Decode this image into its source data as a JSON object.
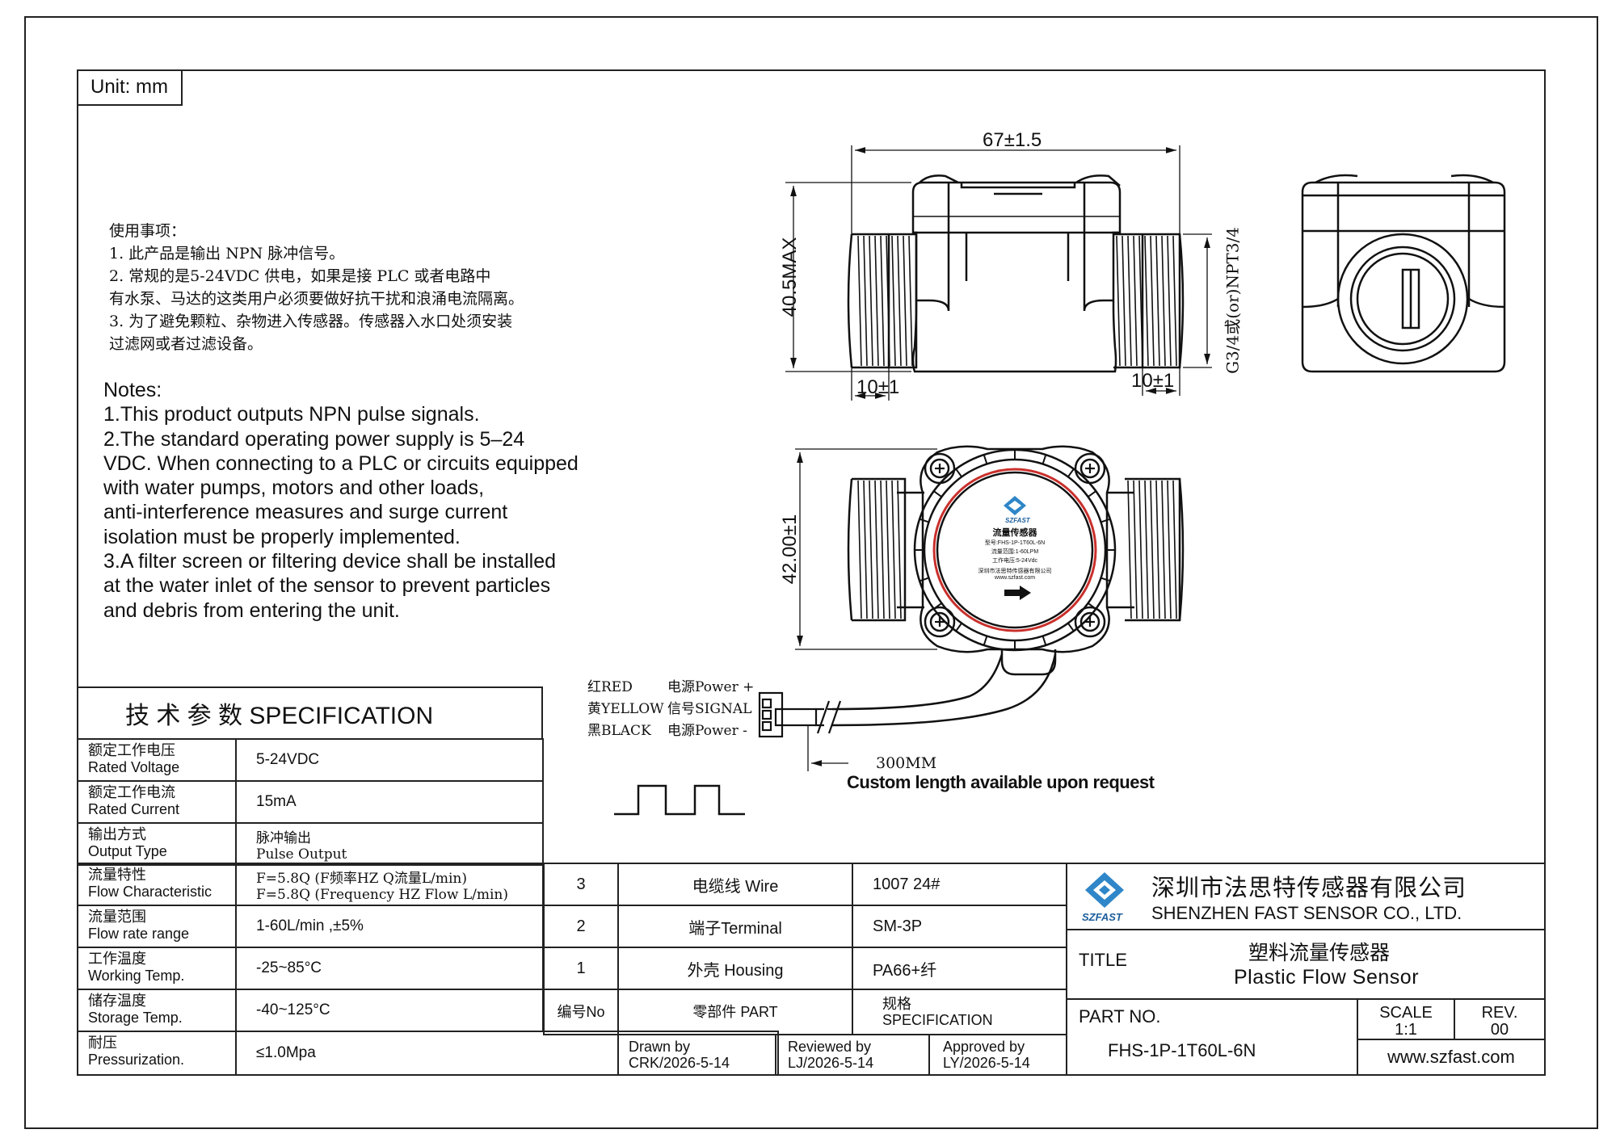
{
  "sheet": {
    "unit_label": "Unit: mm"
  },
  "notes_cn": {
    "heading": "使用事项：",
    "lines": [
      "1. 此产品是输出 NPN 脉冲信号。",
      "2. 常规的是5-24VDC 供电，如果是接 PLC 或者电路中",
      "有水泵、马达的这类用户必须要做好抗干扰和浪涌电流隔离。",
      "3. 为了避免颗粒、杂物进入传感器。传感器入水口处须安装",
      "过滤网或者过滤设备。"
    ]
  },
  "notes_en": {
    "heading": "Notes:",
    "lines": [
      "1.This product outputs NPN pulse signals.",
      "2.The standard operating power supply is 5–24",
      "VDC. When connecting to a PLC or circuits equipped",
      "with water pumps, motors and other loads,",
      "anti-interference measures and surge current",
      "isolation must be properly implemented.",
      "3.A filter screen or filtering device shall be installed",
      "at the water inlet of the sensor to prevent particles",
      "and debris from entering the unit."
    ]
  },
  "dimensions": {
    "width": "67±1.5",
    "height": "40.5MAX",
    "thread_left": "10±1",
    "thread_right": "10±1",
    "thread_spec": "G3/4或(or)NPT3/4",
    "front_height": "42.00±1",
    "cable_length": "300MM",
    "custom_length_note": "Custom length available upon request"
  },
  "label_plate": {
    "brand": "SZFAST",
    "name": "流量传感器",
    "model": "型号:FHS-1P-1T60L-6N",
    "range": "流量范围:1-60LPM",
    "voltage": "工作电压:5-24Vdc",
    "company": "深圳市法思特传感器有限公司",
    "url": "www.szfast.com"
  },
  "wires": [
    {
      "color": "红RED",
      "function": "电源Power +"
    },
    {
      "color": "黄YELLOW",
      "function": "信号SIGNAL"
    },
    {
      "color": "黑BLACK",
      "function": "电源Power -"
    }
  ],
  "spec_table": {
    "title": "技 术 参 数 SPECIFICATION",
    "rows": [
      {
        "cn": "额定工作电压",
        "en": "Rated Voltage",
        "value": "5-24VDC"
      },
      {
        "cn": "额定工作电流",
        "en": "Rated Current",
        "value": "15mA"
      },
      {
        "cn": "输出方式",
        "en": "Output Type",
        "value": "脉冲输出",
        "value2": "Pulse Output"
      },
      {
        "cn": "流量特性",
        "en": "Flow Characteristic",
        "value": "F=5.8Q  (F频率HZ  Q流量L/min)",
        "value2": "F=5.8Q  (Frequency HZ  Flow L/min)"
      },
      {
        "cn": "流量范围",
        "en": "Flow rate range",
        "value": "1-60L/min ,±5%"
      },
      {
        "cn": "工作温度",
        "en": "Working Temp.",
        "value": "-25~85°C"
      },
      {
        "cn": "储存温度",
        "en": "Storage Temp.",
        "value": "-40~125°C"
      },
      {
        "cn": "耐压",
        "en": "Pressurization.",
        "value": "≤1.0Mpa"
      }
    ]
  },
  "parts_table": {
    "header": {
      "no": "编号No",
      "part": "零部件 PART",
      "spec_cn": "规格",
      "spec_en": "SPECIFICATION"
    },
    "rows": [
      {
        "no": "3",
        "part": "电缆线  Wire",
        "spec": "1007 24#"
      },
      {
        "no": "2",
        "part": "端子Terminal",
        "spec": "SM-3P"
      },
      {
        "no": "1",
        "part": "外壳 Housing",
        "spec": "PA66+纤"
      }
    ]
  },
  "approvals": {
    "drawn_label": "Drawn by",
    "drawn_value": "CRK/2026-5-14",
    "reviewed_label": "Reviewed by",
    "reviewed_value": "LJ/2026-5-14",
    "approved_label": "Approved by",
    "approved_value": "LY/2026-5-14"
  },
  "title_block": {
    "logo_text": "SZFAST",
    "company_cn": "深圳市法思特传感器有限公司",
    "company_en": "SHENZHEN FAST SENSOR CO., LTD.",
    "title_label": "TITLE",
    "title_cn": "塑料流量传感器",
    "title_en": "Plastic Flow Sensor",
    "part_no_label": "PART NO.",
    "part_no": "FHS-1P-1T60L-6N",
    "scale_label": "SCALE",
    "scale": "1:1",
    "rev_label": "REV.",
    "rev": "00",
    "website": "www.szfast.com"
  }
}
